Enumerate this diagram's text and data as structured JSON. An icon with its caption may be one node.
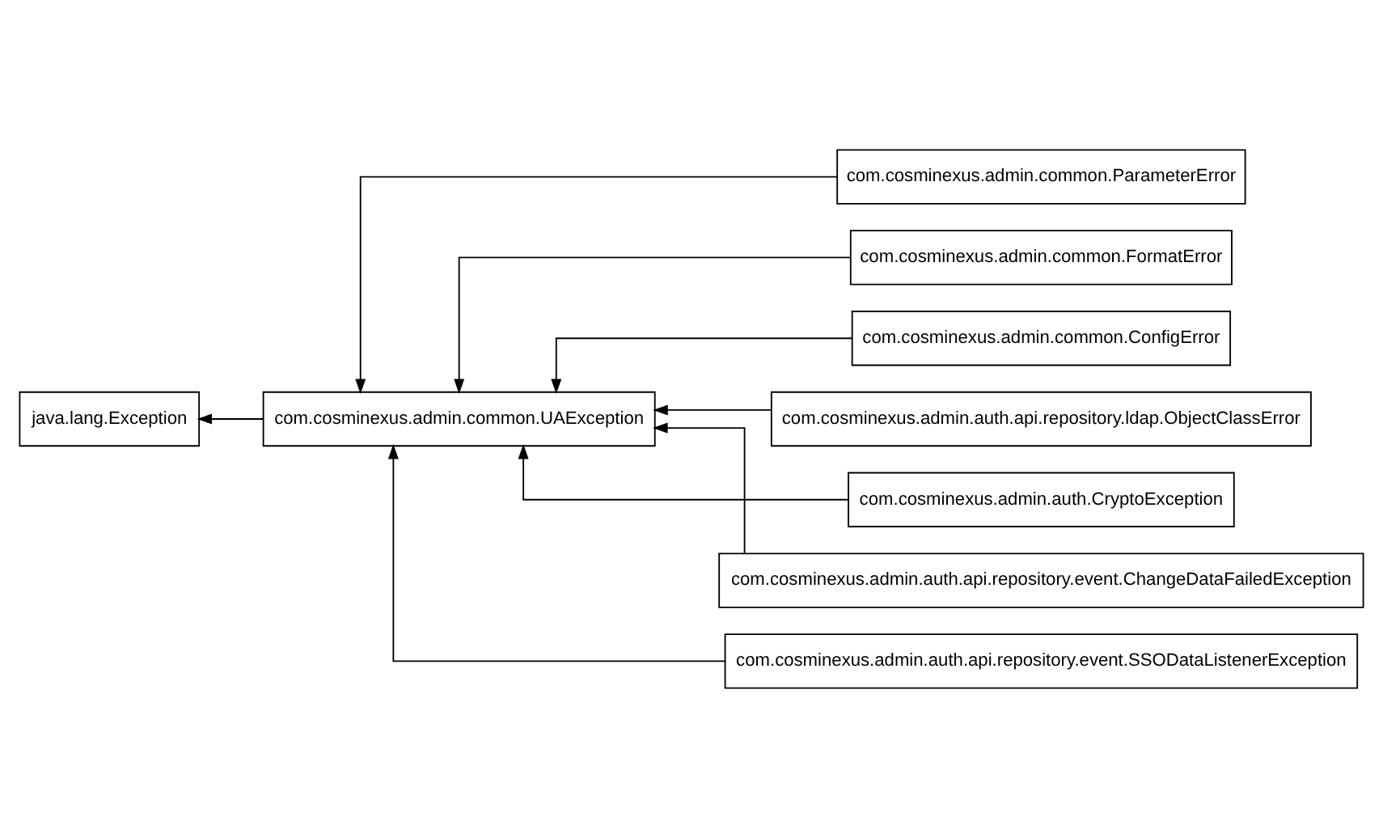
{
  "diagram": {
    "nodes": [
      {
        "text": [
          "java.lang.Exception"
        ]
      },
      {
        "text": [
          "com.cosminexus.admin.common.UAException"
        ]
      },
      {
        "text": [
          "com.cosminexus.admin.common.ParameterError"
        ]
      },
      {
        "text": [
          "com.cosminexus.admin.common.FormatError"
        ]
      },
      {
        "text": [
          "com.cosminexus.admin.common.ConfigError"
        ]
      },
      {
        "text": [
          "com.cosminexus.admin.auth.api.repository.ldap.ObjectClassError"
        ]
      },
      {
        "text": [
          "com.cosminexus.admin.auth.CryptoException"
        ]
      },
      {
        "text": [
          "com.cosminexus.admin.auth.api.repository.event.ChangeDataFailedException"
        ]
      },
      {
        "text": [
          "com.cosminexus.admin.auth.api.repository.event.SSODataListenerException"
        ]
      }
    ],
    "edges": [
      {
        "from": 1,
        "to": 0,
        "arrow": "to"
      },
      {
        "from": 2,
        "to": 1,
        "arrow": "to"
      },
      {
        "from": 3,
        "to": 1,
        "arrow": "to"
      },
      {
        "from": 4,
        "to": 1,
        "arrow": "to"
      },
      {
        "from": 5,
        "to": 1,
        "arrow": "to"
      },
      {
        "from": 6,
        "to": 1,
        "arrow": "to"
      },
      {
        "from": 7,
        "to": 1,
        "arrow": "to"
      },
      {
        "from": 8,
        "to": 1,
        "arrow": "to"
      }
    ]
  }
}
